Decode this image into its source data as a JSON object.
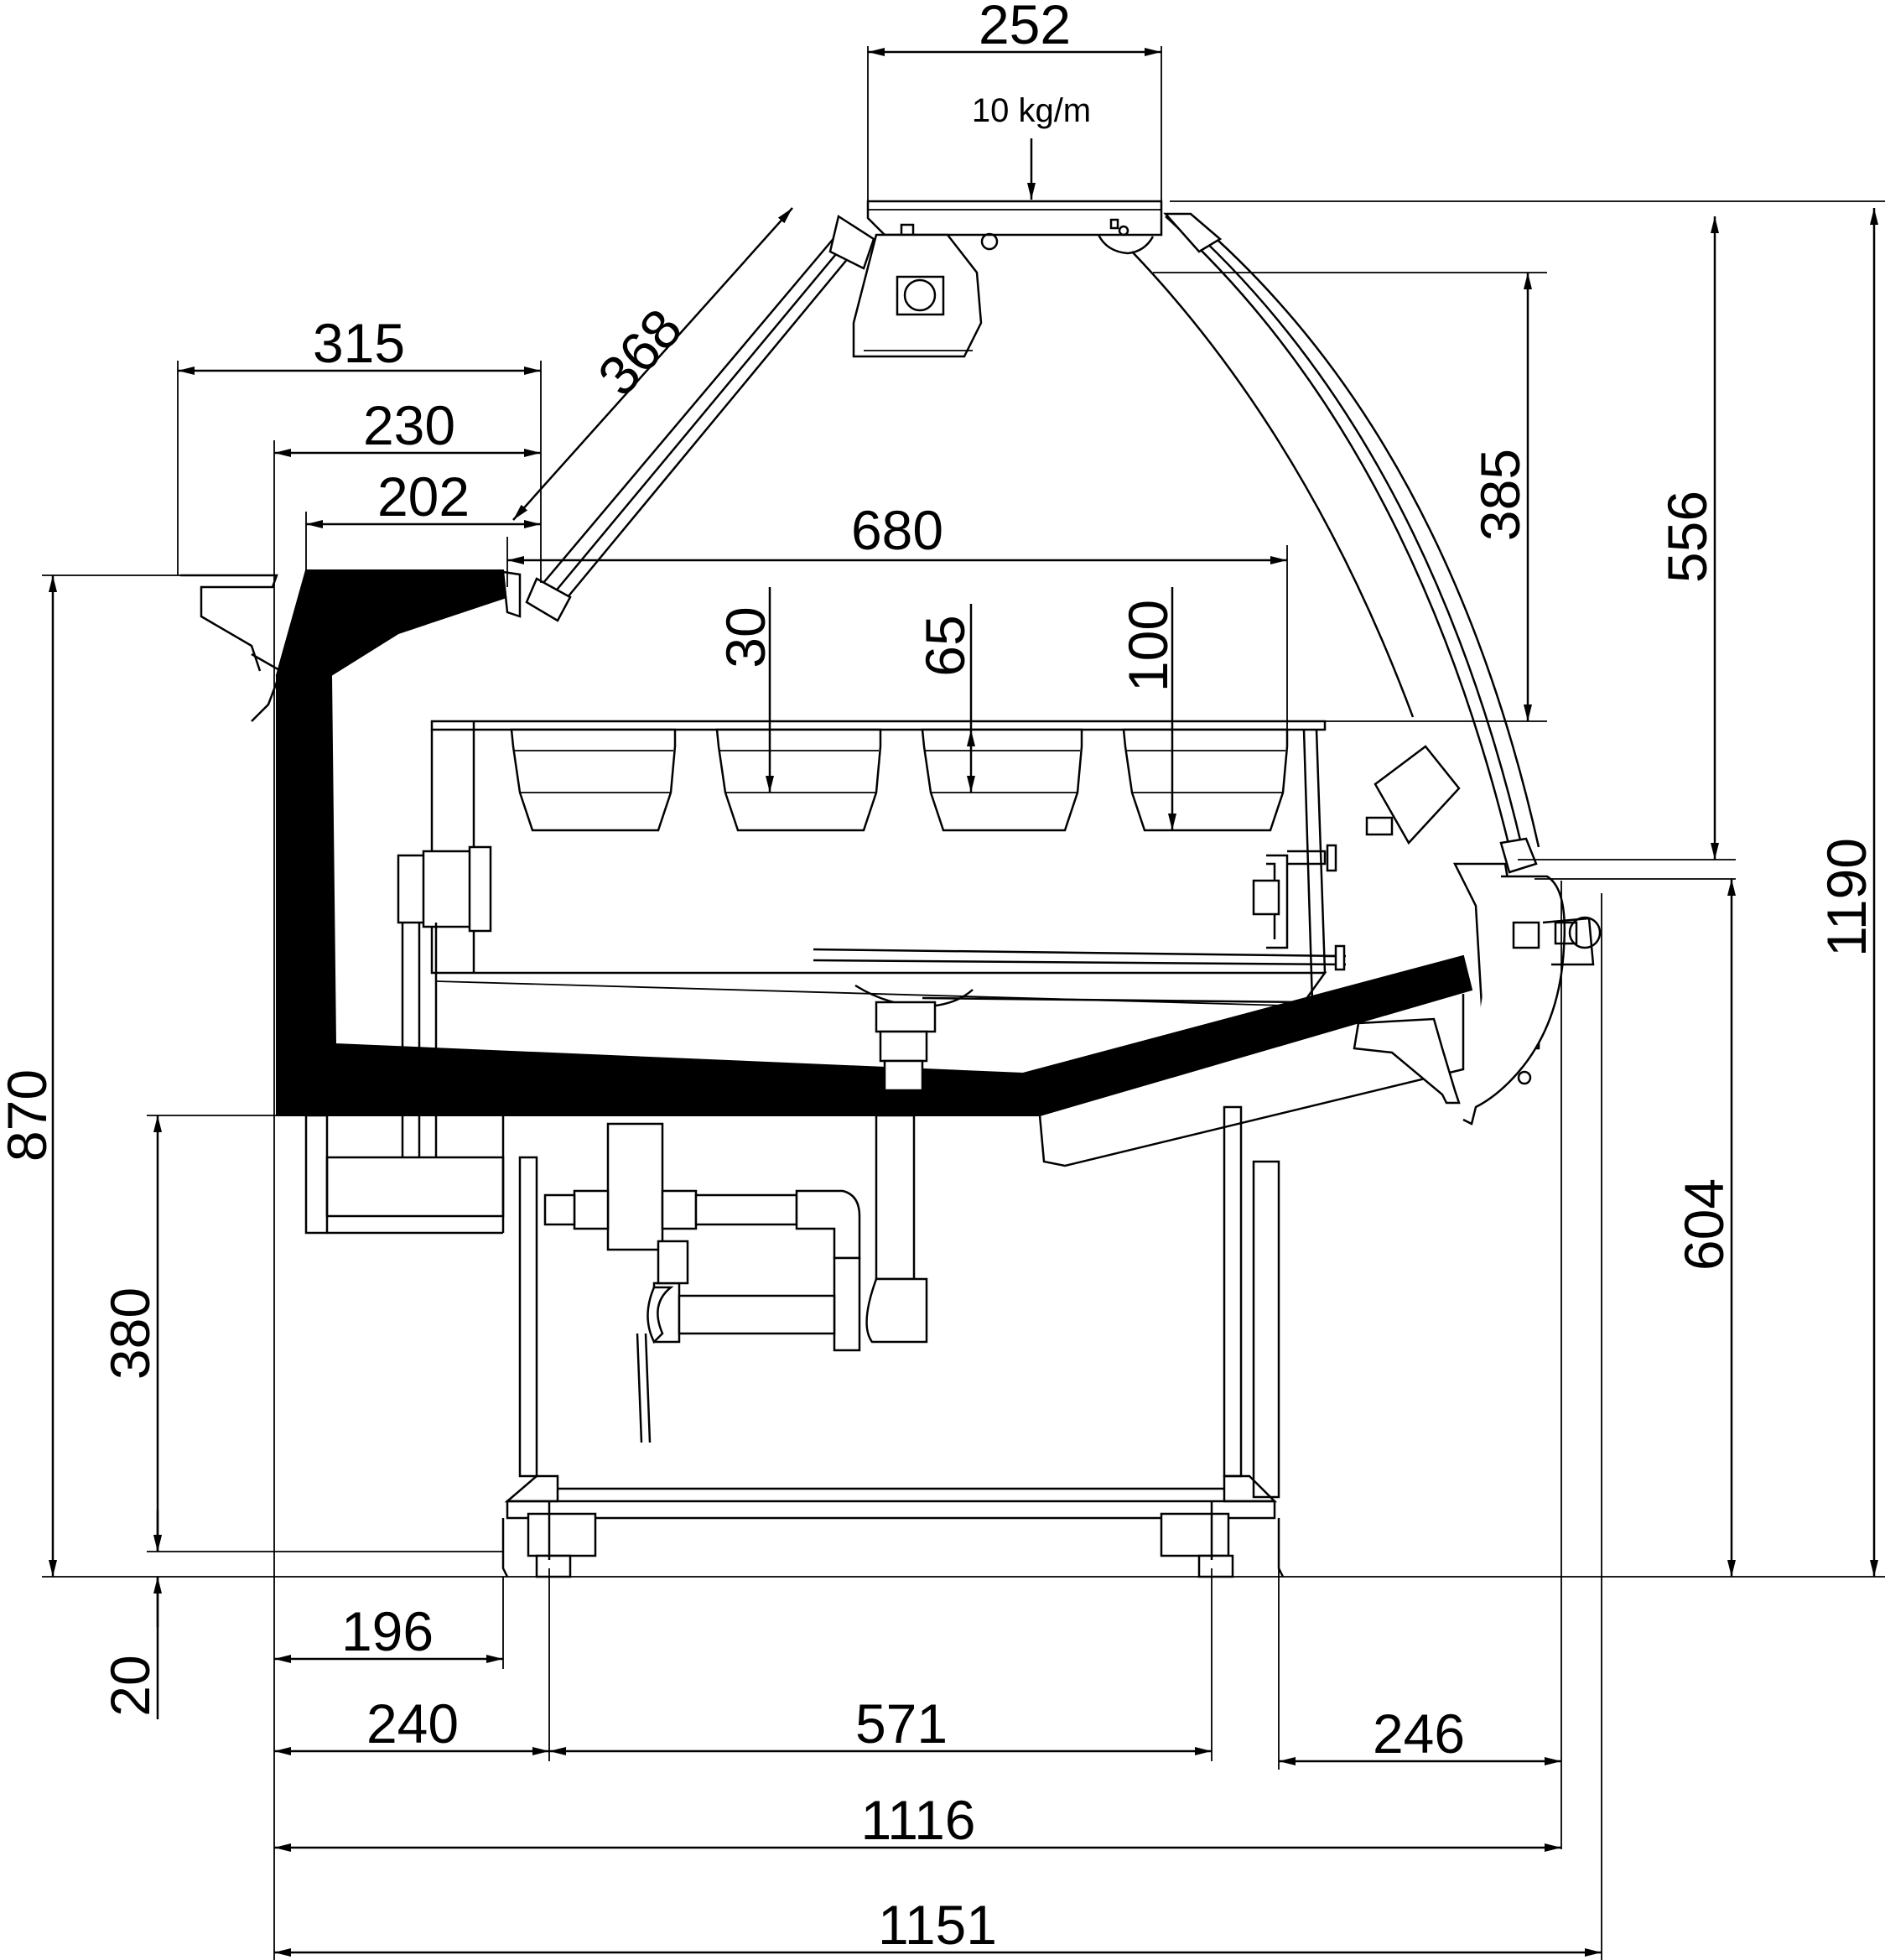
{
  "load_label": "10 kg/m",
  "dimensions": {
    "top_shelf_width": "252",
    "glass_length": "368",
    "overhang_315": "315",
    "overhang_230": "230",
    "overhang_202": "202",
    "inner_width": "680",
    "tray_depth_30": "30",
    "tray_depth_65": "65",
    "tray_depth_100": "100",
    "light_height": "385",
    "glass_height": "556",
    "total_height": "1190",
    "counter_height": "870",
    "front_height": "604",
    "base_height": "380",
    "foot_gap": "20",
    "rear_offset": "196",
    "rear_foot": "240",
    "foot_span": "571",
    "front_foot": "246",
    "body_depth": "1116",
    "total_depth": "1151"
  }
}
